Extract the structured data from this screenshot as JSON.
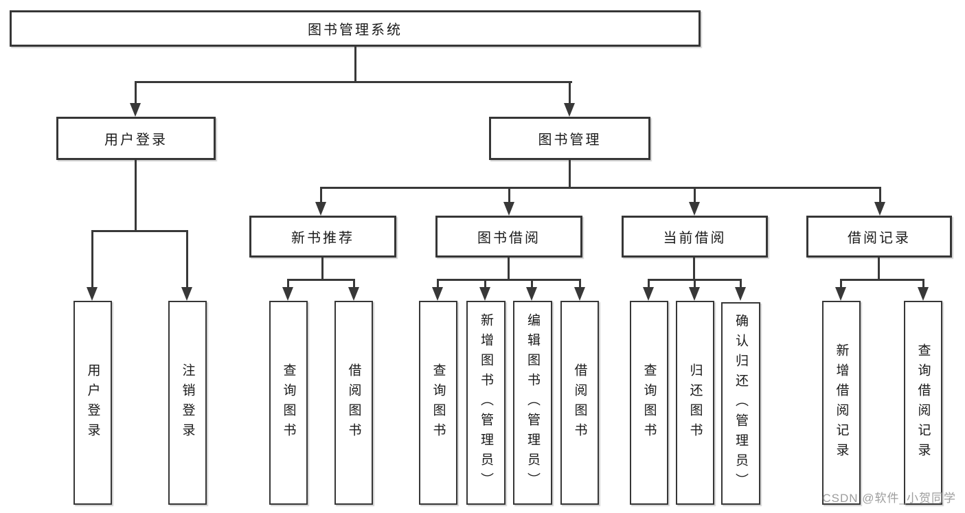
{
  "diagram_title": "图书管理系统",
  "watermark": "CSDN @软件_小贺同学",
  "colors": {
    "line": "#383838",
    "box_border": "#363636",
    "box_background": "#ffffff",
    "text": "#1a1a1a",
    "watermark": "#989898"
  },
  "root": {
    "label": "图书管理系统",
    "children": [
      {
        "label": "用户登录",
        "children": [
          {
            "label": "用户登录"
          },
          {
            "label": "注销登录"
          }
        ]
      },
      {
        "label": "图书管理",
        "children": [
          {
            "label": "新书推荐",
            "children": [
              {
                "label": "查询图书"
              },
              {
                "label": "借阅图书"
              }
            ]
          },
          {
            "label": "图书借阅",
            "children": [
              {
                "label": "查询图书"
              },
              {
                "label": "新增图书（管理员）"
              },
              {
                "label": "编辑图书（管理员）"
              },
              {
                "label": "借阅图书"
              }
            ]
          },
          {
            "label": "当前借阅",
            "children": [
              {
                "label": "查询图书"
              },
              {
                "label": "归还图书"
              },
              {
                "label": "确认归还（管理员）"
              }
            ]
          },
          {
            "label": "借阅记录",
            "children": [
              {
                "label": "新增借阅记录"
              },
              {
                "label": "查询借阅记录"
              }
            ]
          }
        ]
      }
    ]
  }
}
